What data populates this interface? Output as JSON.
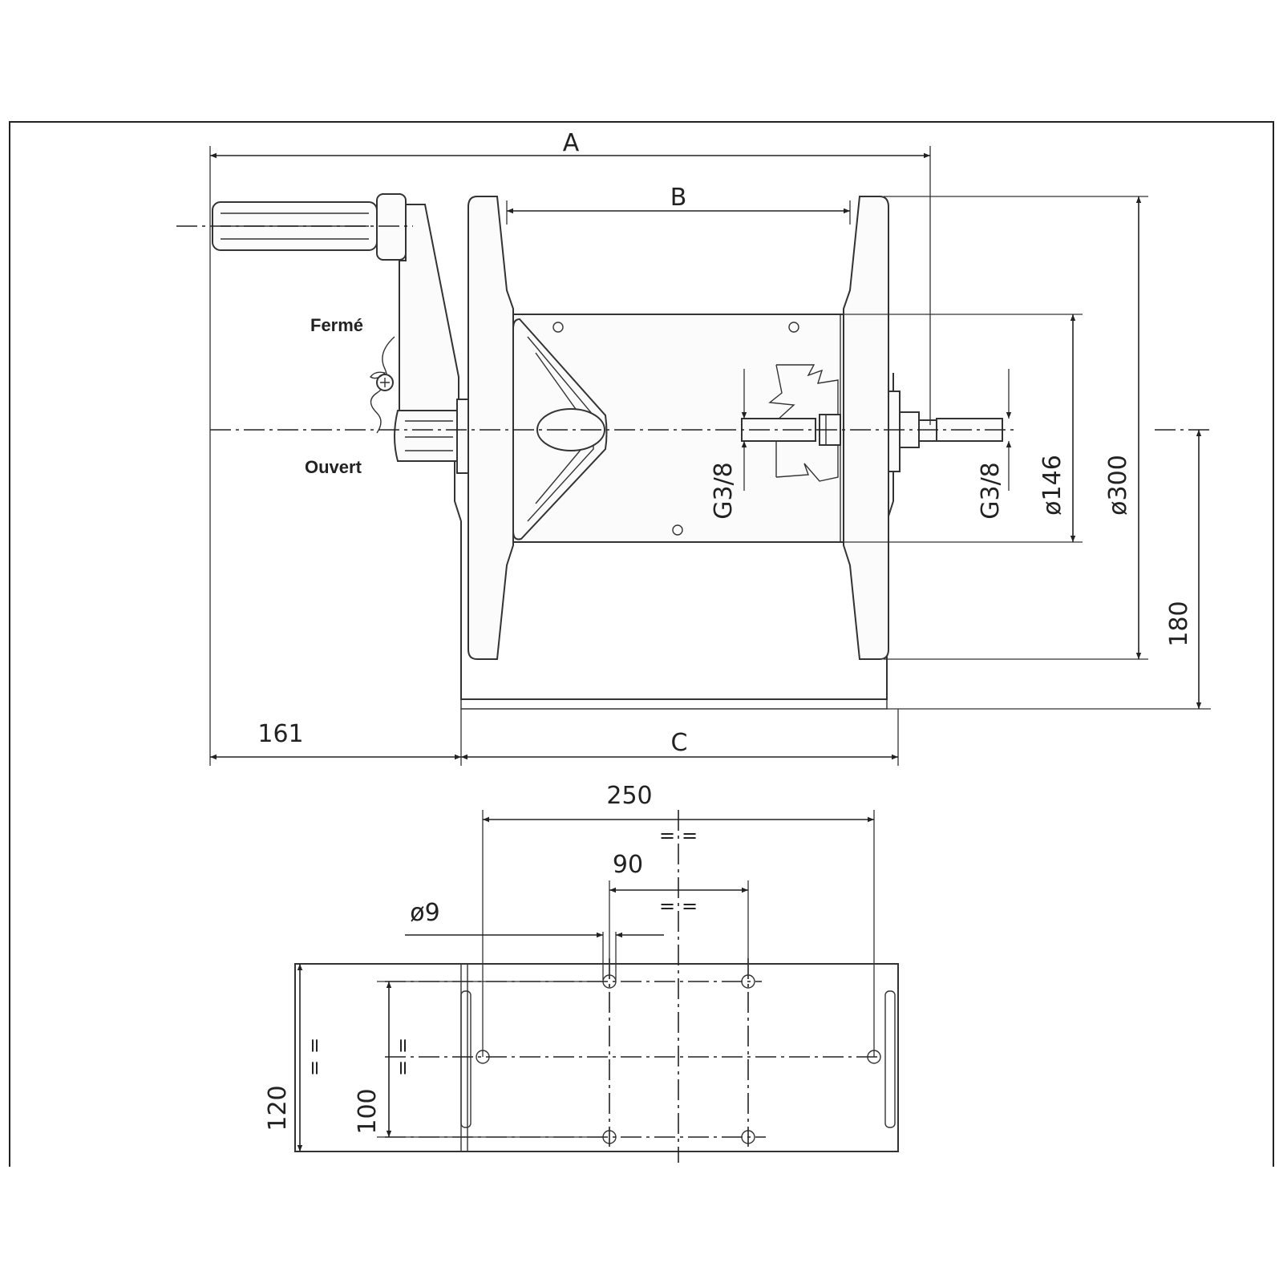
{
  "dimensions": {
    "overall_width": "A",
    "drum_width": "B",
    "base_width": "C",
    "handle_offset": "161",
    "inlet_left": "G3/8",
    "inlet_right": "G3/8",
    "drum_diameter": "ø146",
    "flange_diameter": "ø300",
    "axis_height": "180",
    "hole_spacing_long": "250",
    "hole_spacing_short": "90",
    "hole_diameter": "ø9",
    "plate_depth": "120",
    "hole_spacing_depth": "100",
    "symmetry_mark": "="
  },
  "annotations": {
    "closed": "Fermé",
    "open": "Ouvert"
  }
}
